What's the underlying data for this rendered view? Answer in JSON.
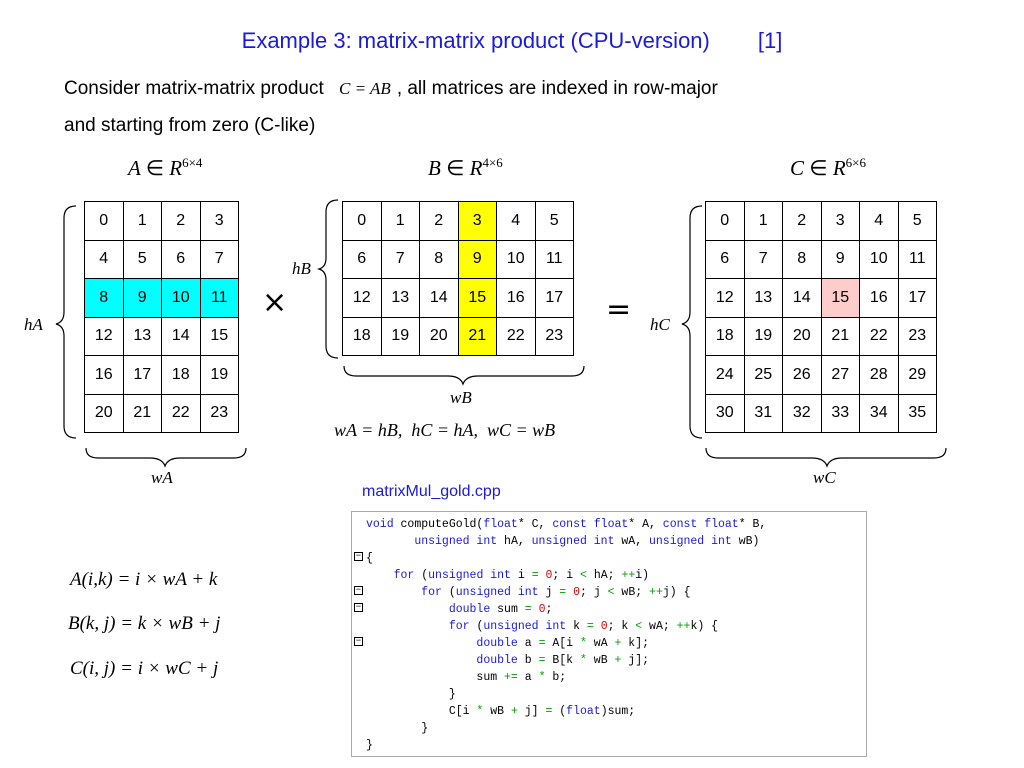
{
  "title": {
    "text": "Example 3: matrix-matrix product (CPU-version)",
    "tag": "[1]"
  },
  "intro": {
    "line1_before": "Consider matrix-matrix product",
    "equation": "C = AB",
    "line1_after": ", all matrices are indexed in row-major",
    "line2": "and starting from zero (C-like)"
  },
  "labels": {
    "A": {
      "name": "A",
      "in": "∈",
      "set": "R",
      "dim": "6×4"
    },
    "B": {
      "name": "B",
      "in": "∈",
      "set": "R",
      "dim": "4×6"
    },
    "C": {
      "name": "C",
      "in": "∈",
      "set": "R",
      "dim": "6×6"
    }
  },
  "dims": {
    "hA": "hA",
    "wA": "wA",
    "hB": "hB",
    "wB": "wB",
    "hC": "hC",
    "wC": "wC"
  },
  "operators": {
    "times": "×",
    "equals": "="
  },
  "relation": "wA = hB,  hC = hA,  wC = wB",
  "filename": "matrixMul_gold.cpp",
  "formulas": {
    "a": "A(i,k) = i × wA + k",
    "b": "B(k, j) = k × wB + j",
    "c": "C(i, j) = i × wC + j"
  },
  "highlight_colors": {
    "A_row": "#00ffff",
    "B_col": "#ffff00",
    "C_cell": "#ffcccc"
  },
  "matrices": {
    "A": {
      "rows": 6,
      "cols": 4,
      "highlight_row": 2
    },
    "B": {
      "rows": 4,
      "cols": 6,
      "highlight_col": 3
    },
    "C": {
      "rows": 6,
      "cols": 6,
      "highlight_cell": [
        2,
        3
      ]
    }
  },
  "code": [
    [
      [
        "kw",
        "void"
      ],
      [
        "t",
        " computeGold("
      ],
      [
        "kw",
        "float"
      ],
      [
        "t",
        "* C, "
      ],
      [
        "kw",
        "const float"
      ],
      [
        "t",
        "* A, "
      ],
      [
        "kw",
        "const float"
      ],
      [
        "t",
        "* B,"
      ]
    ],
    [
      [
        "t",
        "       "
      ],
      [
        "kw",
        "unsigned int"
      ],
      [
        "t",
        " hA, "
      ],
      [
        "kw",
        "unsigned int"
      ],
      [
        "t",
        " wA, "
      ],
      [
        "kw",
        "unsigned int"
      ],
      [
        "t",
        " wB)"
      ]
    ],
    [
      [
        "t",
        "{"
      ]
    ],
    [
      [
        "t",
        "    "
      ],
      [
        "kw",
        "for"
      ],
      [
        "t",
        " ("
      ],
      [
        "kw",
        "unsigned int"
      ],
      [
        "t",
        " i "
      ],
      [
        "op",
        "="
      ],
      [
        "t",
        " "
      ],
      [
        "num",
        "0"
      ],
      [
        "t",
        "; i "
      ],
      [
        "op",
        "<"
      ],
      [
        "t",
        " hA; "
      ],
      [
        "op",
        "++"
      ],
      [
        "t",
        "i)"
      ]
    ],
    [
      [
        "t",
        "        "
      ],
      [
        "kw",
        "for"
      ],
      [
        "t",
        " ("
      ],
      [
        "kw",
        "unsigned int"
      ],
      [
        "t",
        " j "
      ],
      [
        "op",
        "="
      ],
      [
        "t",
        " "
      ],
      [
        "num",
        "0"
      ],
      [
        "t",
        "; j "
      ],
      [
        "op",
        "<"
      ],
      [
        "t",
        " wB; "
      ],
      [
        "op",
        "++"
      ],
      [
        "t",
        "j) {"
      ]
    ],
    [
      [
        "t",
        "            "
      ],
      [
        "kw",
        "double"
      ],
      [
        "t",
        " sum "
      ],
      [
        "op",
        "="
      ],
      [
        "t",
        " "
      ],
      [
        "num",
        "0"
      ],
      [
        "t",
        ";"
      ]
    ],
    [
      [
        "t",
        "            "
      ],
      [
        "kw",
        "for"
      ],
      [
        "t",
        " ("
      ],
      [
        "kw",
        "unsigned int"
      ],
      [
        "t",
        " k "
      ],
      [
        "op",
        "="
      ],
      [
        "t",
        " "
      ],
      [
        "num",
        "0"
      ],
      [
        "t",
        "; k "
      ],
      [
        "op",
        "<"
      ],
      [
        "t",
        " wA; "
      ],
      [
        "op",
        "++"
      ],
      [
        "t",
        "k) {"
      ]
    ],
    [
      [
        "t",
        "                "
      ],
      [
        "kw",
        "double"
      ],
      [
        "t",
        " a "
      ],
      [
        "op",
        "="
      ],
      [
        "t",
        " A[i "
      ],
      [
        "op",
        "*"
      ],
      [
        "t",
        " wA "
      ],
      [
        "op",
        "+"
      ],
      [
        "t",
        " k];"
      ]
    ],
    [
      [
        "t",
        "                "
      ],
      [
        "kw",
        "double"
      ],
      [
        "t",
        " b "
      ],
      [
        "op",
        "="
      ],
      [
        "t",
        " B[k "
      ],
      [
        "op",
        "*"
      ],
      [
        "t",
        " wB "
      ],
      [
        "op",
        "+"
      ],
      [
        "t",
        " j];"
      ]
    ],
    [
      [
        "t",
        "                sum "
      ],
      [
        "op",
        "+="
      ],
      [
        "t",
        " a "
      ],
      [
        "op",
        "*"
      ],
      [
        "t",
        " b;"
      ]
    ],
    [
      [
        "t",
        "            }"
      ]
    ],
    [
      [
        "t",
        "            C[i "
      ],
      [
        "op",
        "*"
      ],
      [
        "t",
        " wB "
      ],
      [
        "op",
        "+"
      ],
      [
        "t",
        " j] "
      ],
      [
        "op",
        "="
      ],
      [
        "t",
        " ("
      ],
      [
        "kw",
        "float"
      ],
      [
        "t",
        ")sum;"
      ]
    ],
    [
      [
        "t",
        "        }"
      ]
    ],
    [
      [
        "t",
        "}"
      ]
    ]
  ]
}
